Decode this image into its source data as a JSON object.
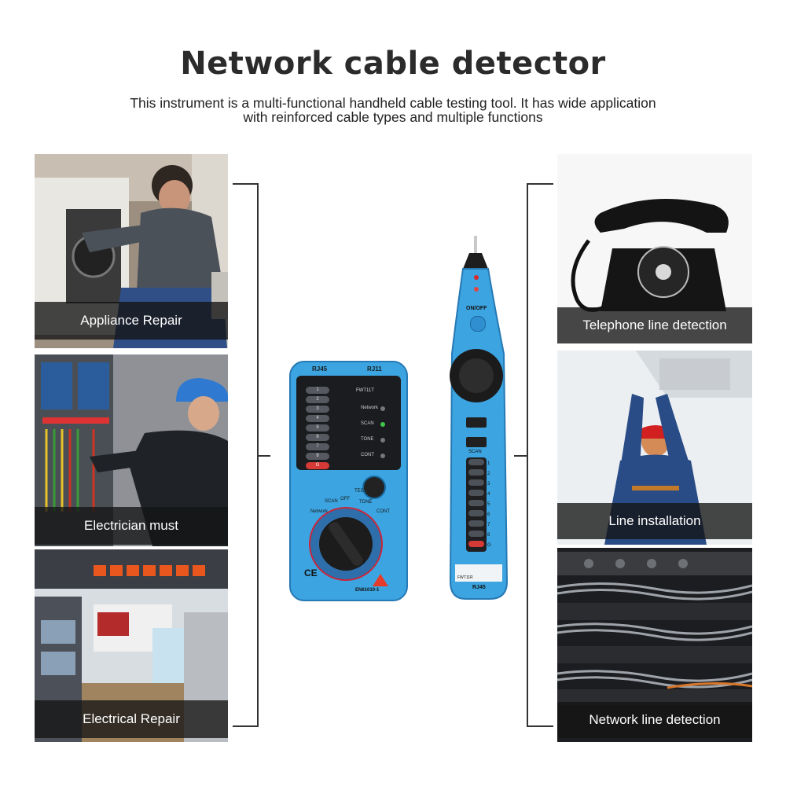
{
  "header": {
    "title": "Network cable detector",
    "subtitle_line1": "This instrument is a multi-functional handheld cable testing tool. It has wide application",
    "subtitle_line2": "with reinforced cable types and multiple functions"
  },
  "left_panels": [
    {
      "caption": "Appliance Repair"
    },
    {
      "caption": "Electrician must"
    },
    {
      "caption": "Electrical Repair"
    }
  ],
  "right_panels": [
    {
      "caption": "Telephone line detection"
    },
    {
      "caption": "Line installation"
    },
    {
      "caption": "Network line detection"
    }
  ],
  "receiver": {
    "port_left": "RJ45",
    "port_right": "RJ11",
    "led_labels": [
      "1",
      "2",
      "3",
      "4",
      "5",
      "6",
      "7",
      "8",
      "G"
    ],
    "mode_network": "Network",
    "mode_scan": "SCAN",
    "mode_tone": "TONE",
    "mode_cont": "CONT",
    "test_label": "TEST",
    "dial_off": "OFF",
    "dial_scan": "SCAN",
    "dial_tone": "TONE",
    "dial_cont": "CONT",
    "dial_network": "Network",
    "model": "FWT11T",
    "standard": "EN61010-1",
    "ce": "CE"
  },
  "probe": {
    "onoff": "ON/OFF",
    "scan": "SCAN",
    "led_labels": [
      "1",
      "2",
      "3",
      "4",
      "5",
      "6",
      "7",
      "8",
      "G"
    ],
    "model": "FWT11R",
    "port": "RJ45"
  }
}
